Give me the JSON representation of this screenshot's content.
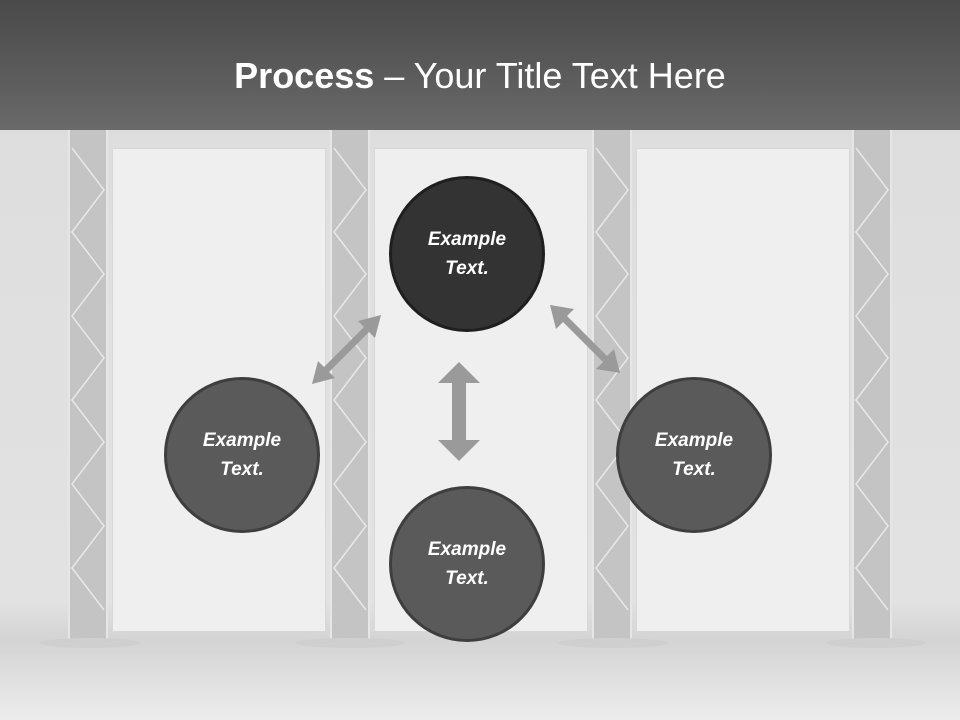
{
  "slide": {
    "title_bold": "Process",
    "title_rest": " – Your Title Text Here"
  },
  "nodes": [
    {
      "line1": "Example",
      "line2": "Text."
    },
    {
      "line1": "Example",
      "line2": "Text."
    },
    {
      "line1": "Example",
      "line2": "Text."
    },
    {
      "line1": "Example",
      "line2": "Text."
    }
  ],
  "colors": {
    "title_bar": "#4a4a4a",
    "node_top": "#333333",
    "node_other": "#5a5a5a",
    "arrow": "#9a9a9a"
  }
}
